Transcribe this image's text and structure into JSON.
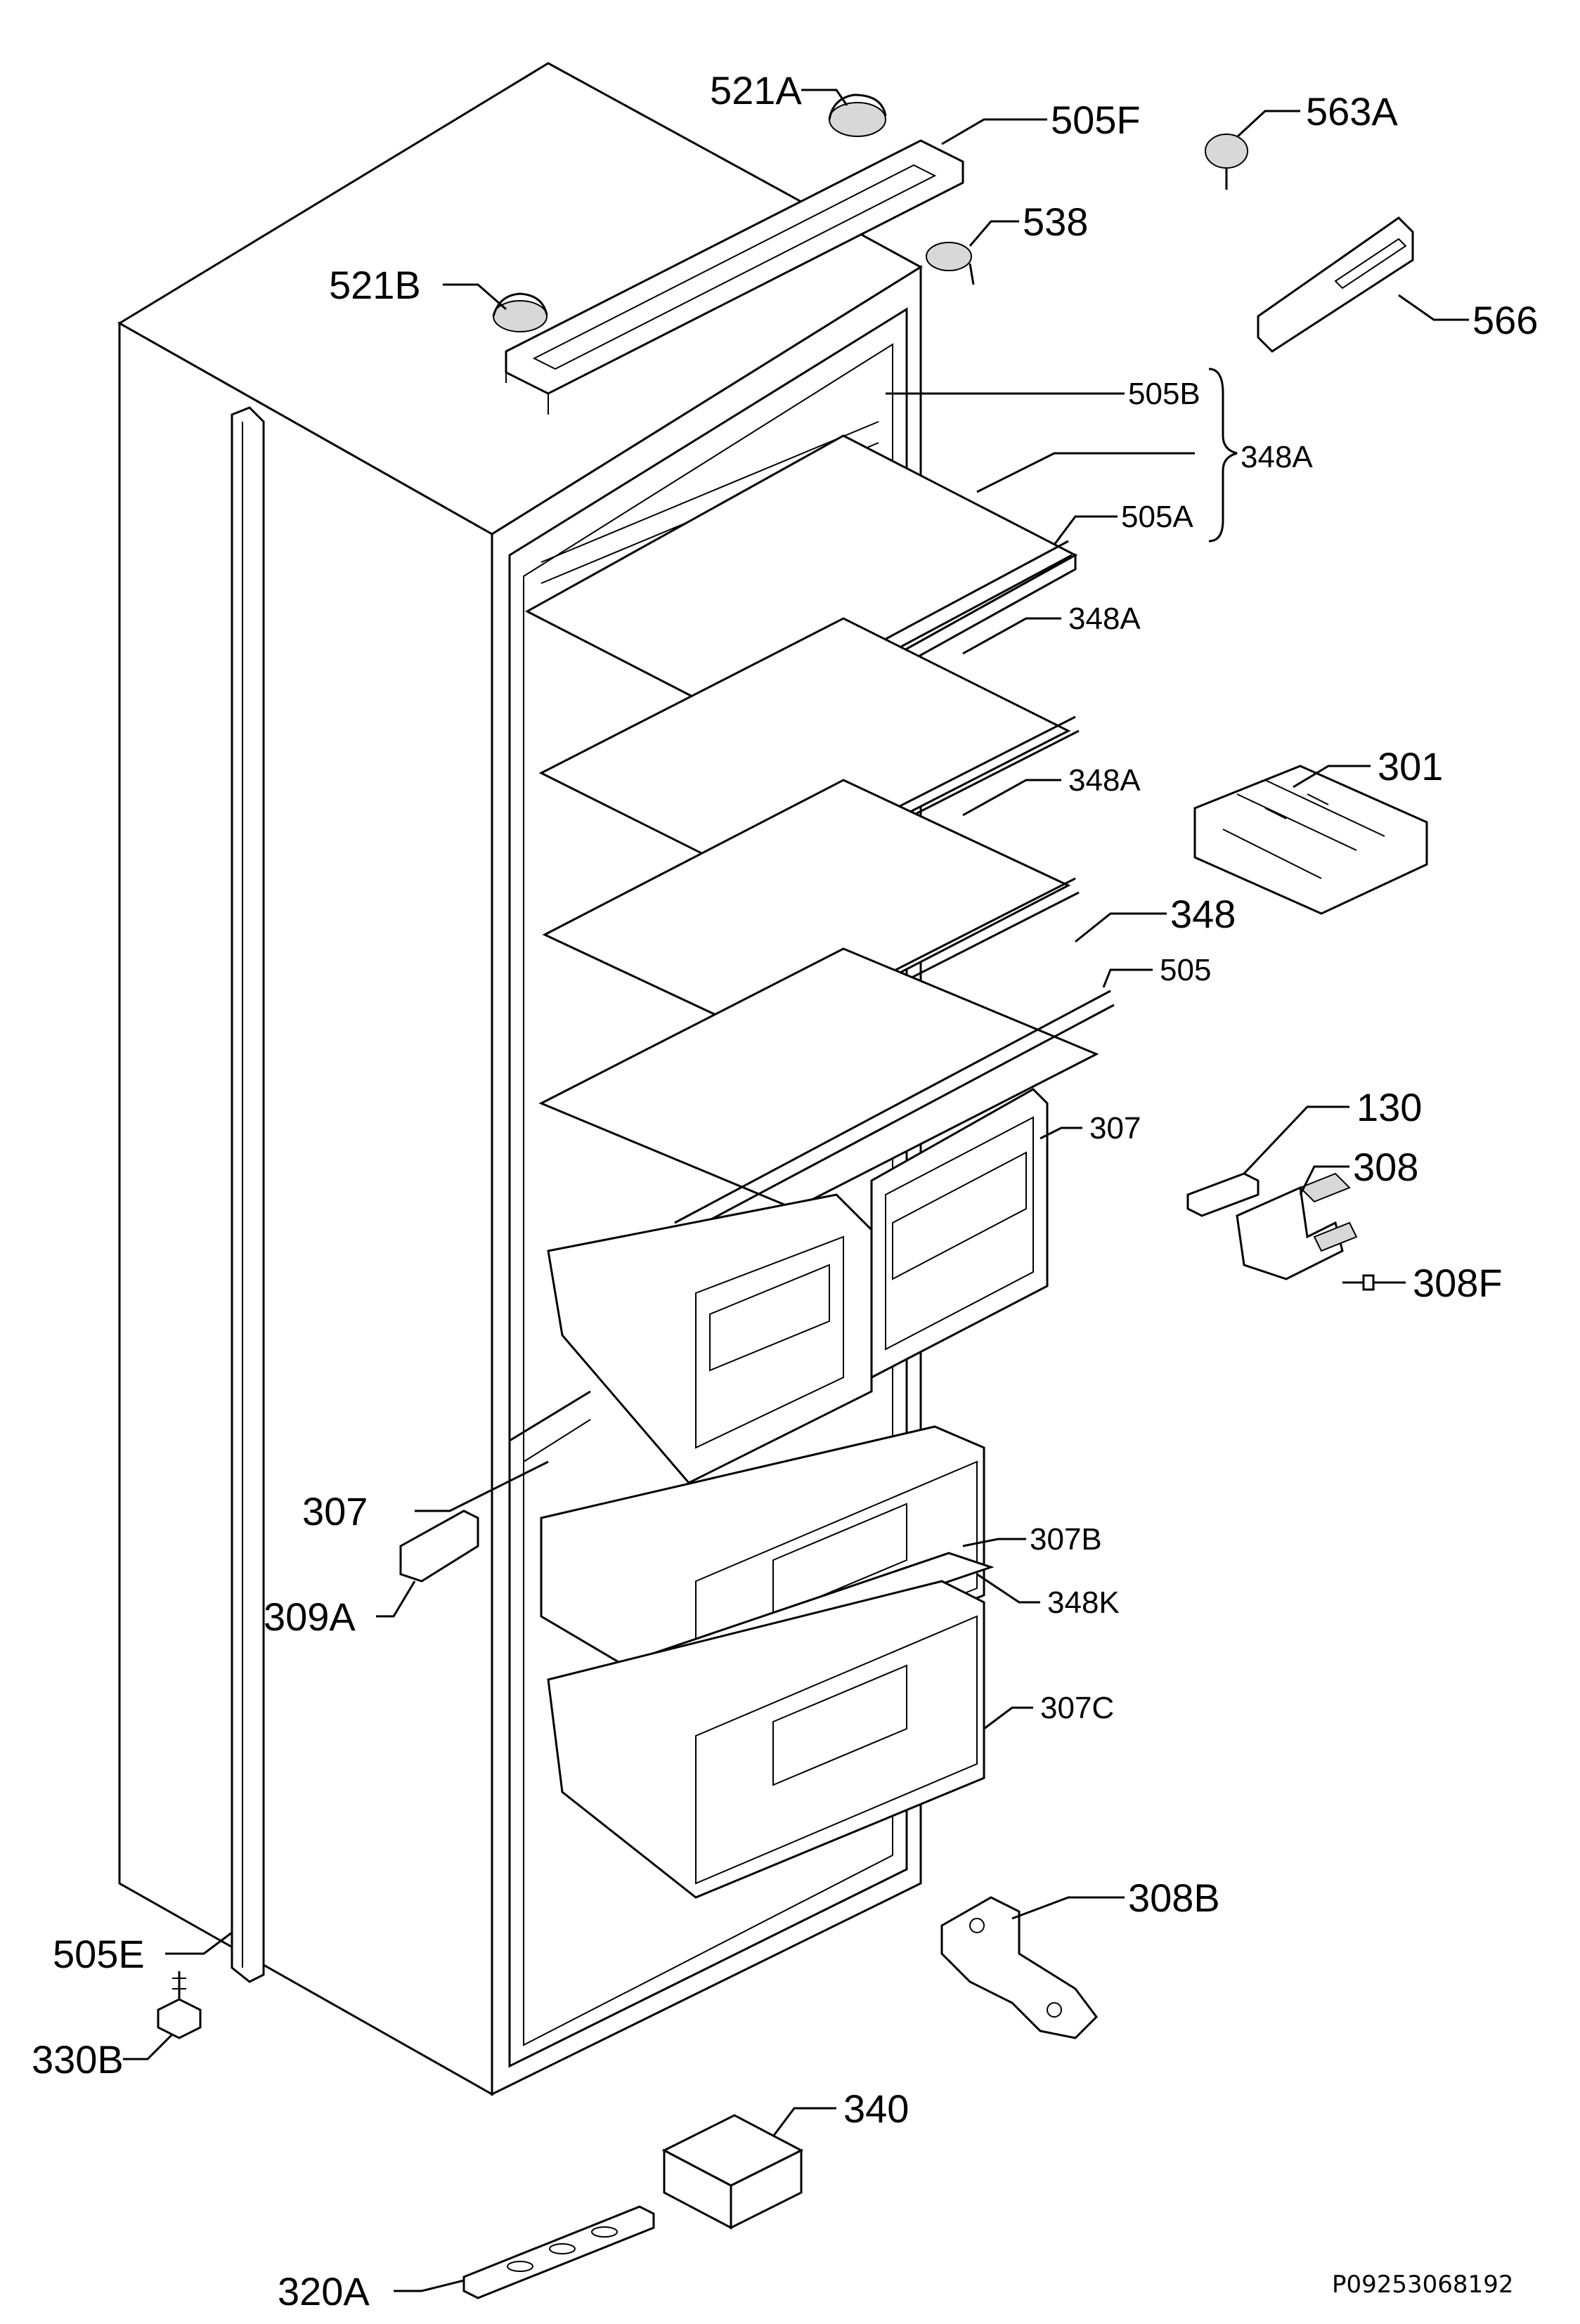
{
  "diagram": {
    "drawing_code": "P09253068192",
    "labels": {
      "l521a": "521A",
      "l505f": "505F",
      "l563a": "563A",
      "l538": "538",
      "l521b": "521B",
      "l566": "566",
      "l505b": "505B",
      "l348a_group": "348A",
      "l505a": "505A",
      "l348a_2": "348A",
      "l348a_3": "348A",
      "l301": "301",
      "l348": "348",
      "l505": "505",
      "l307_top": "307",
      "l130": "130",
      "l308": "308",
      "l308f": "308F",
      "l307_left": "307",
      "l307b": "307B",
      "l309a": "309A",
      "l348k": "348K",
      "l307c": "307C",
      "l308b": "308B",
      "l505e": "505E",
      "l330b": "330B",
      "l340": "340",
      "l320a": "320A"
    }
  }
}
